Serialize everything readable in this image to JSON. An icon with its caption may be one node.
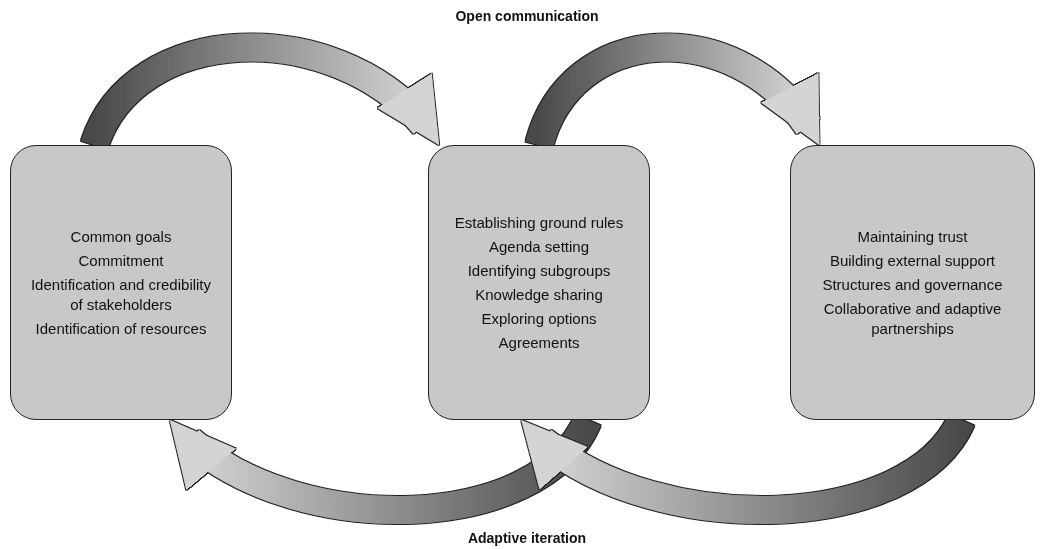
{
  "diagram": {
    "nodes": [
      {
        "text": [
          "Common goals",
          "Commitment",
          "Identification and credibility of stakeholders",
          "Identification of resources"
        ]
      },
      {
        "text": [
          "Establishing ground rules",
          "Agenda setting",
          "Identifying subgroups",
          "Knowledge sharing",
          "Exploring options",
          "Agreements"
        ]
      },
      {
        "text": [
          "Maintaining trust",
          "Building external support",
          "Structures and governance",
          "Collaborative and adaptive partnerships"
        ]
      }
    ],
    "edges": [
      {
        "from": 0,
        "to": 1,
        "arrow": "to"
      },
      {
        "from": 1,
        "to": 2,
        "arrow": "to"
      },
      {
        "from": 1,
        "to": 0,
        "arrow": "to"
      },
      {
        "from": 2,
        "to": 1,
        "arrow": "to"
      }
    ],
    "labels": [
      "Open communication",
      "Adaptive iteration"
    ]
  }
}
